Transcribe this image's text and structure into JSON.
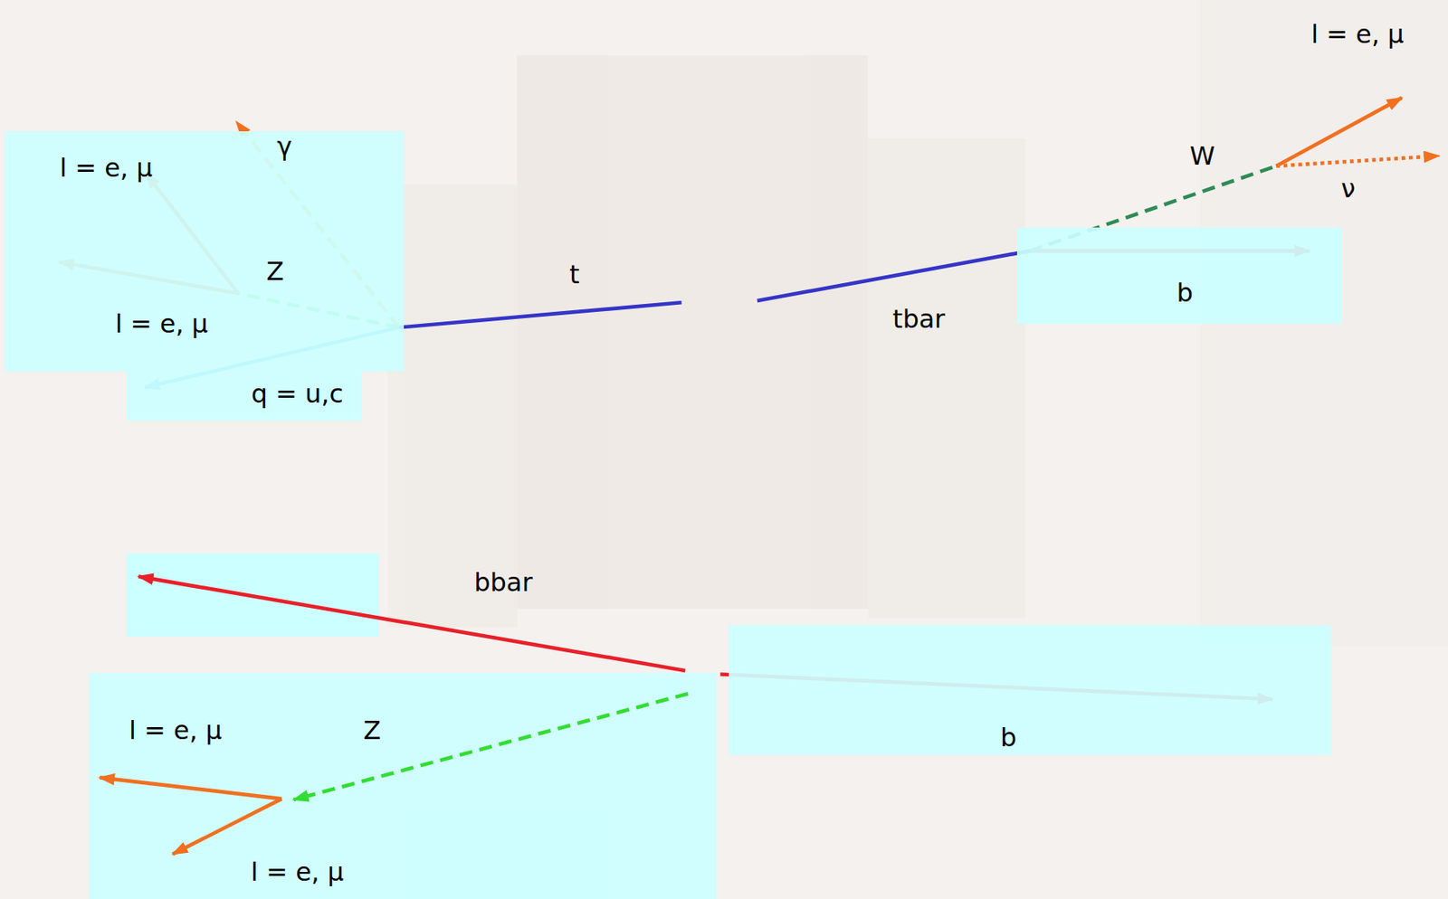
{
  "diagram": {
    "nodes": [
      {
        "text": [
          "γ",
          "l = e, μ",
          "Z",
          "l = e, μ"
        ]
      },
      {
        "text": [
          "q = u,c"
        ]
      },
      {
        "text": [
          "b"
        ]
      },
      {
        "text": [
          "l = e, μ",
          "Z",
          "l = e, μ"
        ]
      },
      {
        "text": [
          "b"
        ]
      }
    ],
    "labels": [
      "l = e, μ",
      "W",
      "ν",
      "t",
      "tbar",
      "bbar"
    ]
  }
}
